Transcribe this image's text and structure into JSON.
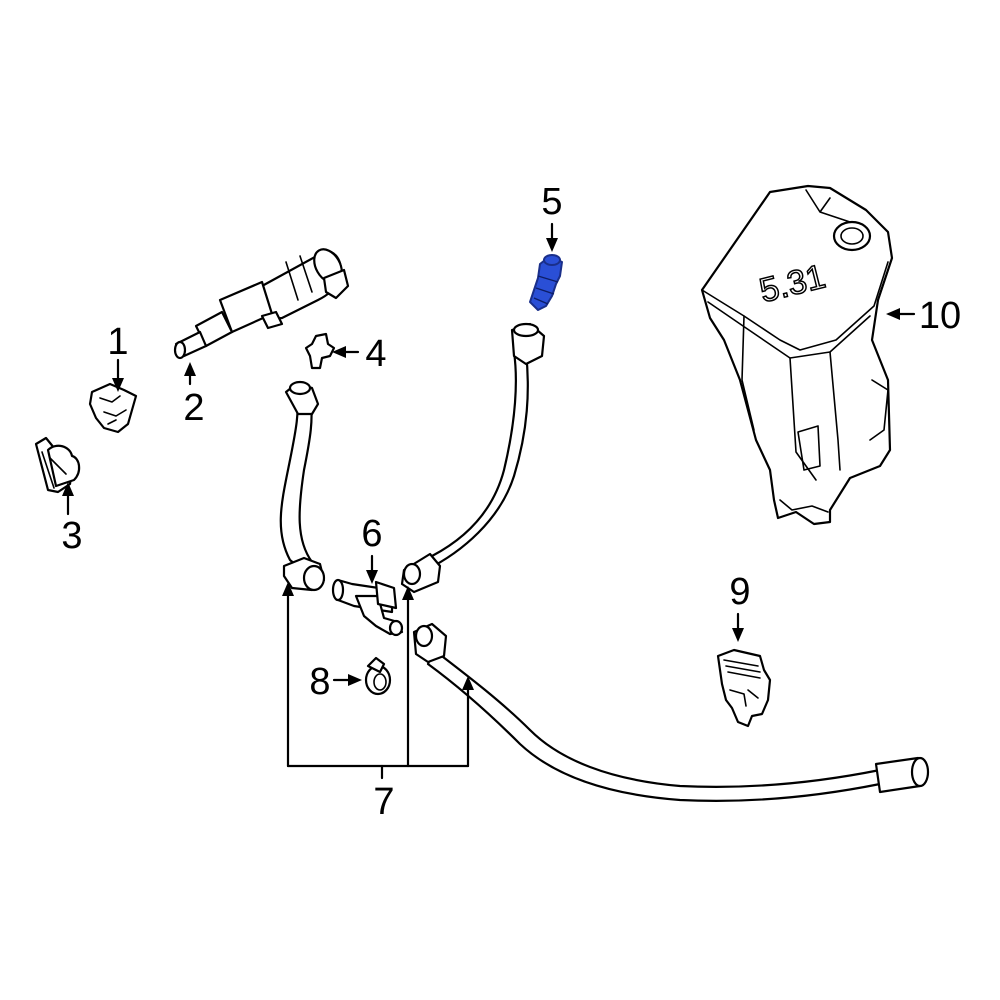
{
  "callouts": {
    "c1": "1",
    "c2": "2",
    "c3": "3",
    "c4": "4",
    "c5": "5",
    "c6": "6",
    "c7": "7",
    "c8": "8",
    "c9": "9",
    "c10": "10"
  },
  "reservoir_marking": "5.31",
  "highlight_color": "#2a4fd6"
}
